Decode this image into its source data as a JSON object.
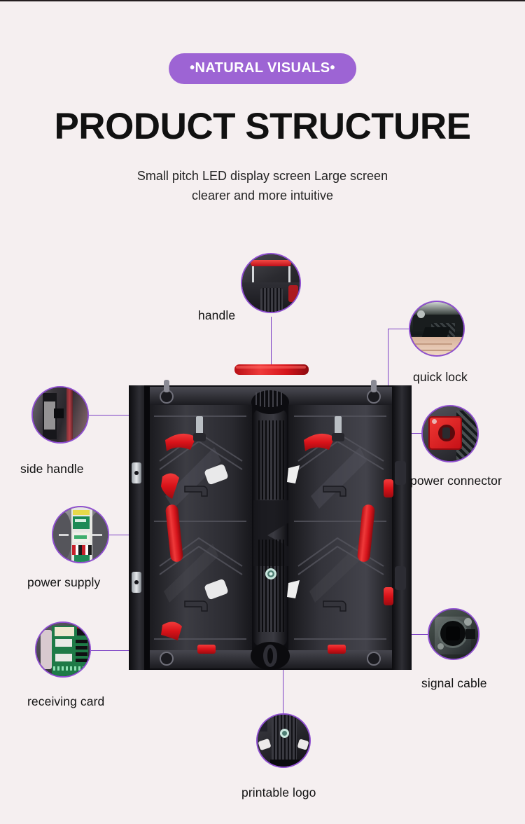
{
  "theme": {
    "background": "#f5eff0",
    "accent_purple": "#9d64d4",
    "line_purple": "#7b3fc4",
    "accent_red": "#e11b22",
    "body_dark": "#2b2b30",
    "text_dark": "#111111"
  },
  "header": {
    "badge": "•NATURAL VISUALS•",
    "title": "PRODUCT STRUCTURE",
    "subtitle_line1": "Small pitch LED display screen Large screen",
    "subtitle_line2": "clearer and more intuitive"
  },
  "product": {
    "name": "LED display cabinet",
    "handle_color": "#e11b22"
  },
  "callouts": [
    {
      "id": "handle",
      "label": "handle"
    },
    {
      "id": "quick-lock",
      "label": "quick lock"
    },
    {
      "id": "power-connector",
      "label": "power connector"
    },
    {
      "id": "side-handle",
      "label": "side handle"
    },
    {
      "id": "power-supply",
      "label": "power supply"
    },
    {
      "id": "receiving-card",
      "label": "receiving card"
    },
    {
      "id": "signal-cable",
      "label": "signal cable"
    },
    {
      "id": "printable-logo",
      "label": "printable logo"
    }
  ]
}
